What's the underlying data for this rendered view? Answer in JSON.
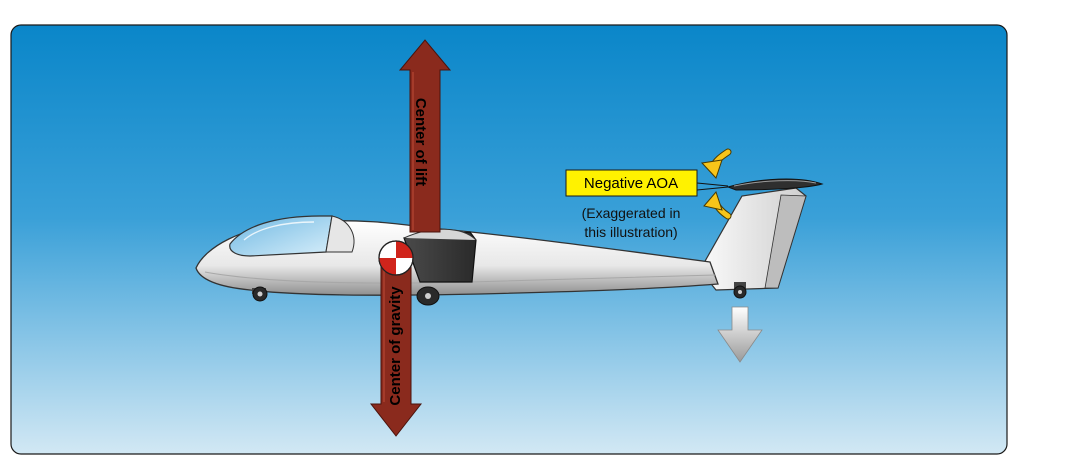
{
  "diagram": {
    "center_of_lift_label": "Center of lift",
    "center_of_gravity_label": "Center of gravity",
    "aoa_label": "Negative AOA",
    "note_line1": "(Exaggerated in",
    "note_line2": "this illustration)"
  },
  "colors": {
    "sky_top": "#0a86c9",
    "sky_bottom": "#cfe6f3",
    "force_arrow": "#8a2a1d",
    "label_box": "#fff200",
    "curved_arrow": "#f7c51a",
    "tail_arrow": "#c8c8c8"
  }
}
